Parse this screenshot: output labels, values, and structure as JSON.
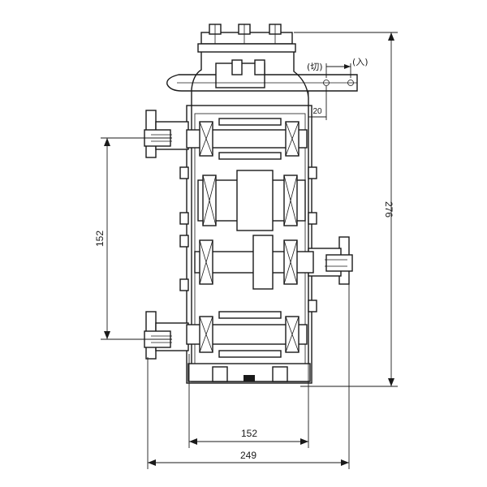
{
  "dimensions": {
    "overall_height": "276",
    "shaft_spacing_vertical": "152",
    "shaft_spacing_horizontal": "152",
    "overall_width": "249",
    "lever_offset": "20"
  },
  "lever_positions": {
    "off": "(切)",
    "on": "(入)"
  }
}
